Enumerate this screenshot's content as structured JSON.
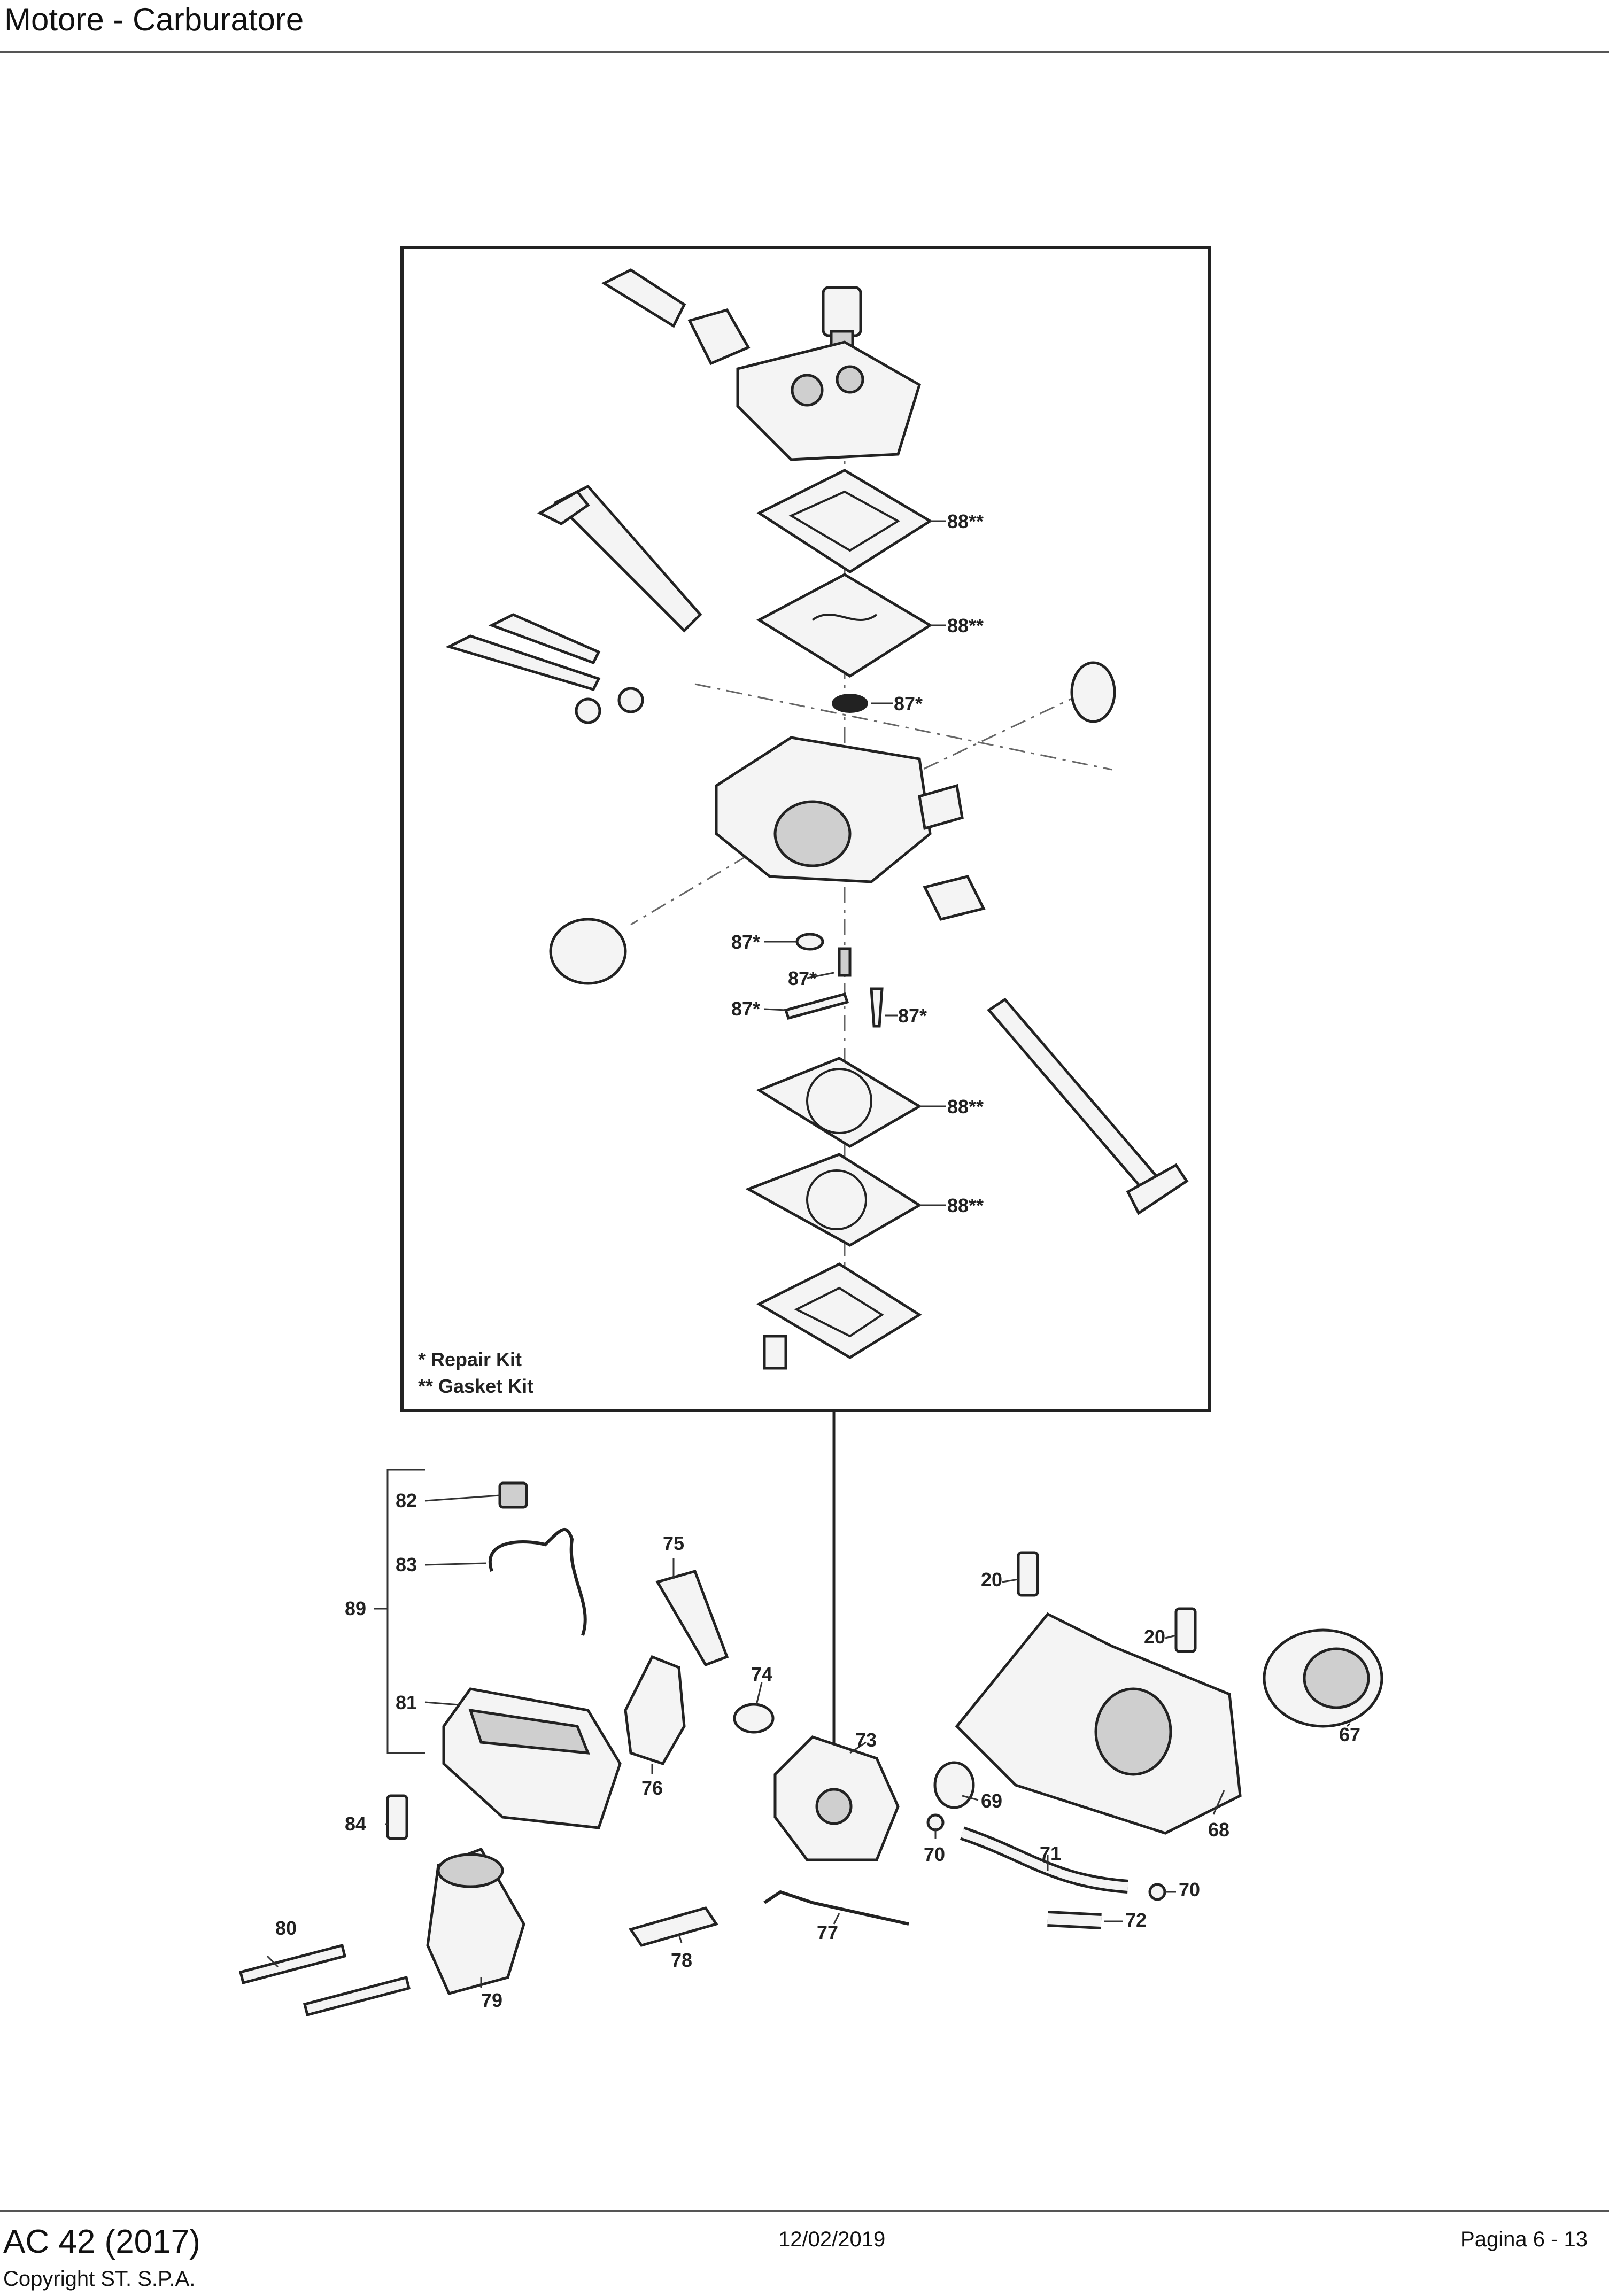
{
  "header": {
    "title": "Motore - Carburatore"
  },
  "legend": {
    "repair_kit": "* Repair Kit",
    "gasket_kit": "** Gasket Kit"
  },
  "callouts": {
    "c88a": "88**",
    "c88b": "88**",
    "c87a": "87*",
    "c87b": "87*",
    "c87c": "87*",
    "c87d": "87*",
    "c87e": "87*",
    "c88c": "88**",
    "c88d": "88**",
    "c82": "82",
    "c83": "83",
    "c89": "89",
    "c81": "81",
    "c84": "84",
    "c80": "80",
    "c79": "79",
    "c75": "75",
    "c76": "76",
    "c74": "74",
    "c73": "73",
    "c78": "78",
    "c77": "77",
    "c69": "69",
    "c70a": "70",
    "c71": "71",
    "c70b": "70",
    "c72": "72",
    "c68": "68",
    "c20a": "20",
    "c20b": "20",
    "c67": "67"
  },
  "footer": {
    "model": "AC 42 (2017)",
    "copyright": "Copyright ST. S.P.A.",
    "date": "12/02/2019",
    "page": "Pagina 6 - 13"
  }
}
